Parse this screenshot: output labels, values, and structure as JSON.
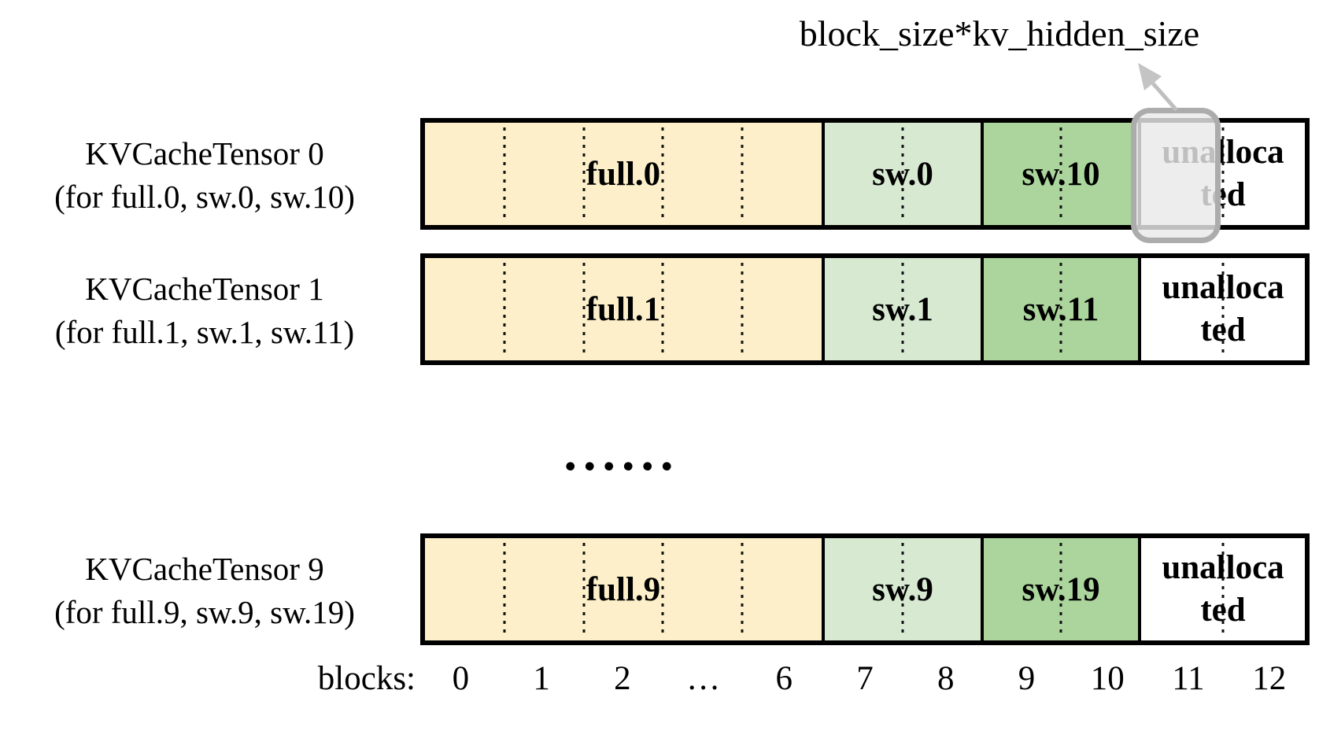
{
  "annotation": {
    "label": "block_size*kv_hidden_size"
  },
  "rows": [
    {
      "title": "KVCacheTensor 0",
      "subtitle": "(for full.0, sw.0, sw.10)",
      "sections": {
        "full": "full.0",
        "sw": "sw.0",
        "sw2": "sw.10",
        "unallocated_line1": "unalloca",
        "unallocated_line2": "ted"
      }
    },
    {
      "title": "KVCacheTensor 1",
      "subtitle": "(for full.1, sw.1, sw.11)",
      "sections": {
        "full": "full.1",
        "sw": "sw.1",
        "sw2": "sw.11",
        "unallocated_line1": "unalloca",
        "unallocated_line2": "ted"
      }
    },
    {
      "title": "KVCacheTensor 9",
      "subtitle": "(for full.9, sw.9, sw.19)",
      "sections": {
        "full": "full.9",
        "sw": "sw.9",
        "sw2": "sw.19",
        "unallocated_line1": "unalloca",
        "unallocated_line2": "ted"
      }
    }
  ],
  "ellipsis": "......",
  "axis": {
    "label": "blocks:",
    "ticks": [
      "0",
      "1",
      "2",
      "…",
      "6",
      "7",
      "8",
      "9",
      "10",
      "11",
      "12"
    ]
  },
  "colors": {
    "border": "#000000",
    "full_fill": "#FCEFC9",
    "sw_fill": "#D8E9D2",
    "sw2_fill": "#ABD59C",
    "unallocated_fill": "#FFFFFF",
    "highlight_border": "#ACACAC",
    "highlight_fill": "#EAEAEA",
    "arrow": "#BFBFBF"
  }
}
